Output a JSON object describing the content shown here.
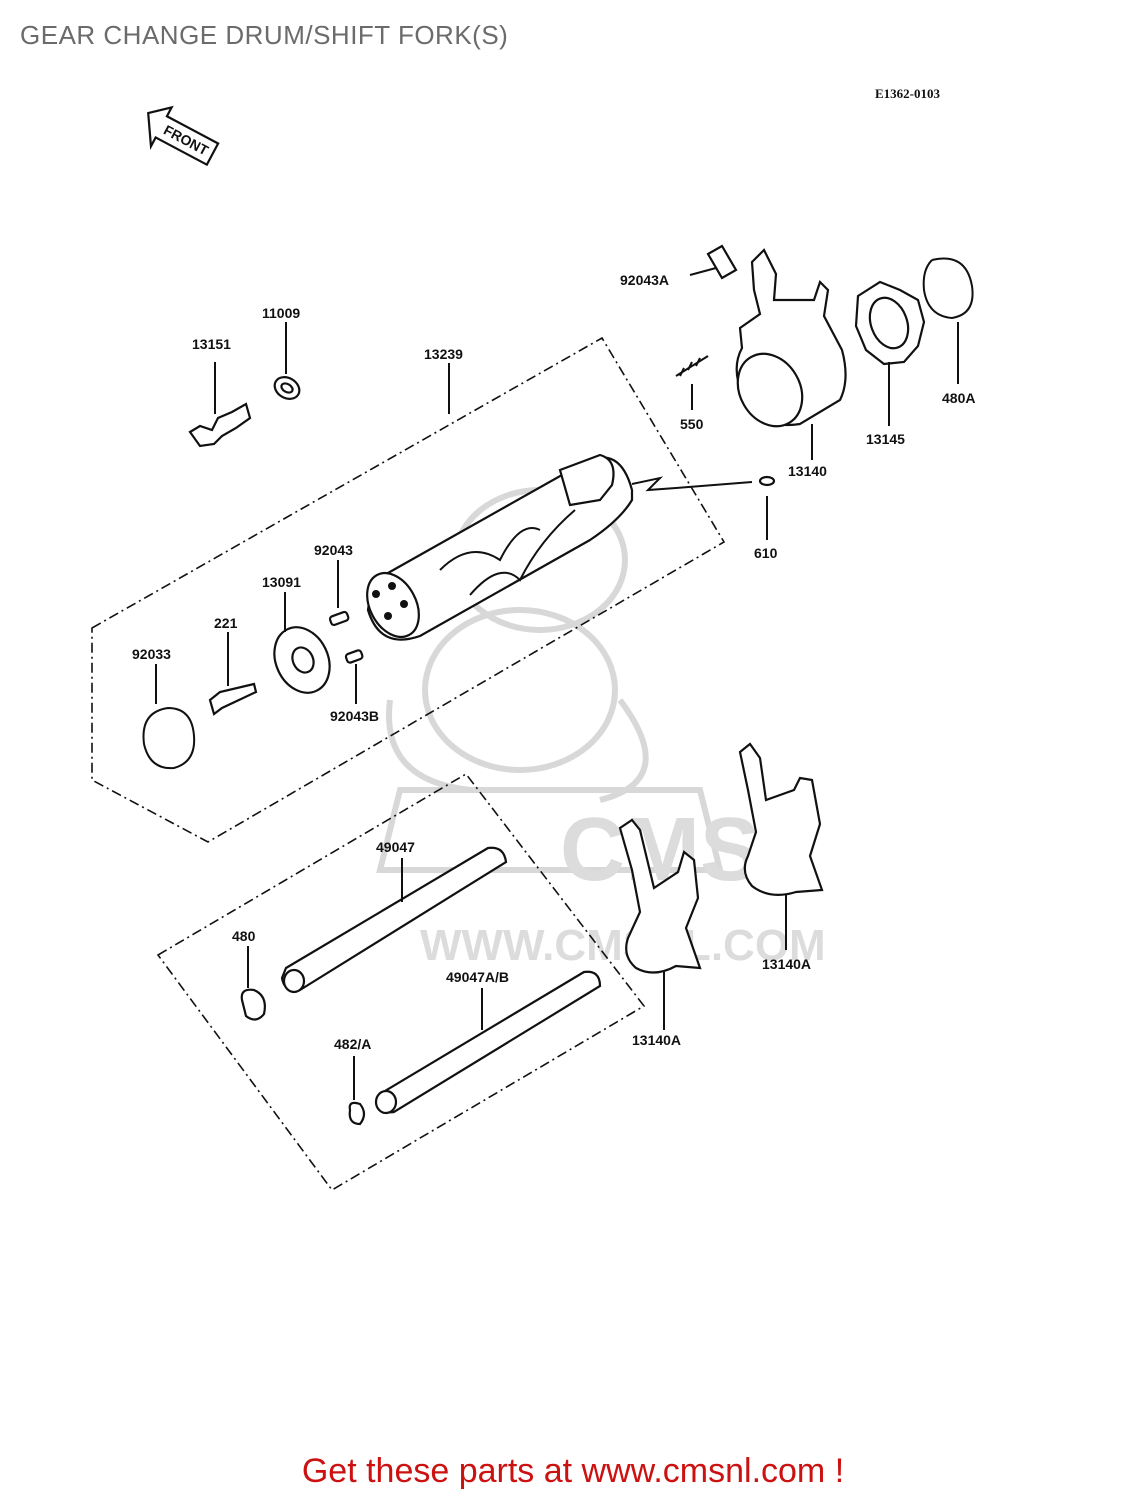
{
  "page": {
    "title": "GEAR CHANGE DRUM/SHIFT FORK(S)",
    "diagram_code": "E1362-0103",
    "front_arrow_label": "FRONT",
    "footer_cta": "Get these parts at www.cmsnl.com !"
  },
  "watermark": {
    "brand": "CMS",
    "url": "WWW.CMSNL.COM"
  },
  "parts": [
    {
      "id": "13151",
      "label": "13151"
    },
    {
      "id": "11009",
      "label": "11009"
    },
    {
      "id": "13239",
      "label": "13239"
    },
    {
      "id": "92043A",
      "label": "92043A"
    },
    {
      "id": "550",
      "label": "550"
    },
    {
      "id": "13140",
      "label": "13140"
    },
    {
      "id": "13145",
      "label": "13145"
    },
    {
      "id": "480A",
      "label": "480A"
    },
    {
      "id": "610",
      "label": "610"
    },
    {
      "id": "92043",
      "label": "92043"
    },
    {
      "id": "13091",
      "label": "13091"
    },
    {
      "id": "221",
      "label": "221"
    },
    {
      "id": "92033",
      "label": "92033"
    },
    {
      "id": "92043B",
      "label": "92043B"
    },
    {
      "id": "49047",
      "label": "49047"
    },
    {
      "id": "480",
      "label": "480"
    },
    {
      "id": "49047AB",
      "label": "49047A/B"
    },
    {
      "id": "482A",
      "label": "482/A"
    },
    {
      "id": "13140A-left",
      "label": "13140A"
    },
    {
      "id": "13140A-right",
      "label": "13140A"
    }
  ]
}
